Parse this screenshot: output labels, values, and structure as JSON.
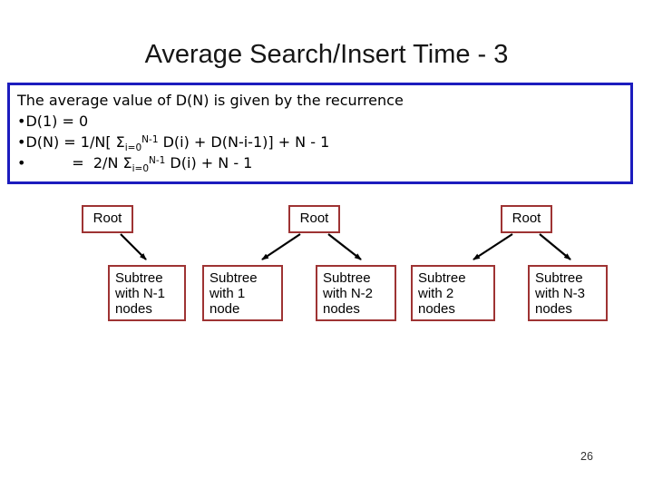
{
  "slide": {
    "title": "Average Search/Insert Time - 3",
    "page_number": "26"
  },
  "recurrence": {
    "line1": "The average value of D(N) is given by the recurrence",
    "line2": "•D(1) = 0",
    "line3": {
      "pre": "•D(N) = 1/N[ ",
      "sigma": "Σ",
      "sub": "i=0",
      "sup": "N-1",
      "post": " D(i) + D(N-i-1)] + N - 1"
    },
    "line4": {
      "pre": "•          =  2/N ",
      "sigma": "Σ",
      "sub": "i=0",
      "sup": "N-1",
      "post": " D(i) + N - 1"
    }
  },
  "diagram": {
    "roots": [
      {
        "label": "Root"
      },
      {
        "label": "Root"
      },
      {
        "label": "Root"
      }
    ],
    "subtrees": [
      {
        "lines": [
          "Subtree",
          "with N-1",
          "nodes"
        ]
      },
      {
        "lines": [
          "Subtree",
          "with 1",
          "node"
        ]
      },
      {
        "lines": [
          "Subtree",
          "with N-2",
          "nodes"
        ]
      },
      {
        "lines": [
          "Subtree",
          "with 2",
          "nodes"
        ]
      },
      {
        "lines": [
          "Subtree",
          "with N-3",
          "nodes"
        ]
      }
    ],
    "colors": {
      "panel_border": "#1c1cbe",
      "box_border": "#9e3333",
      "arrow": "#000000"
    }
  }
}
